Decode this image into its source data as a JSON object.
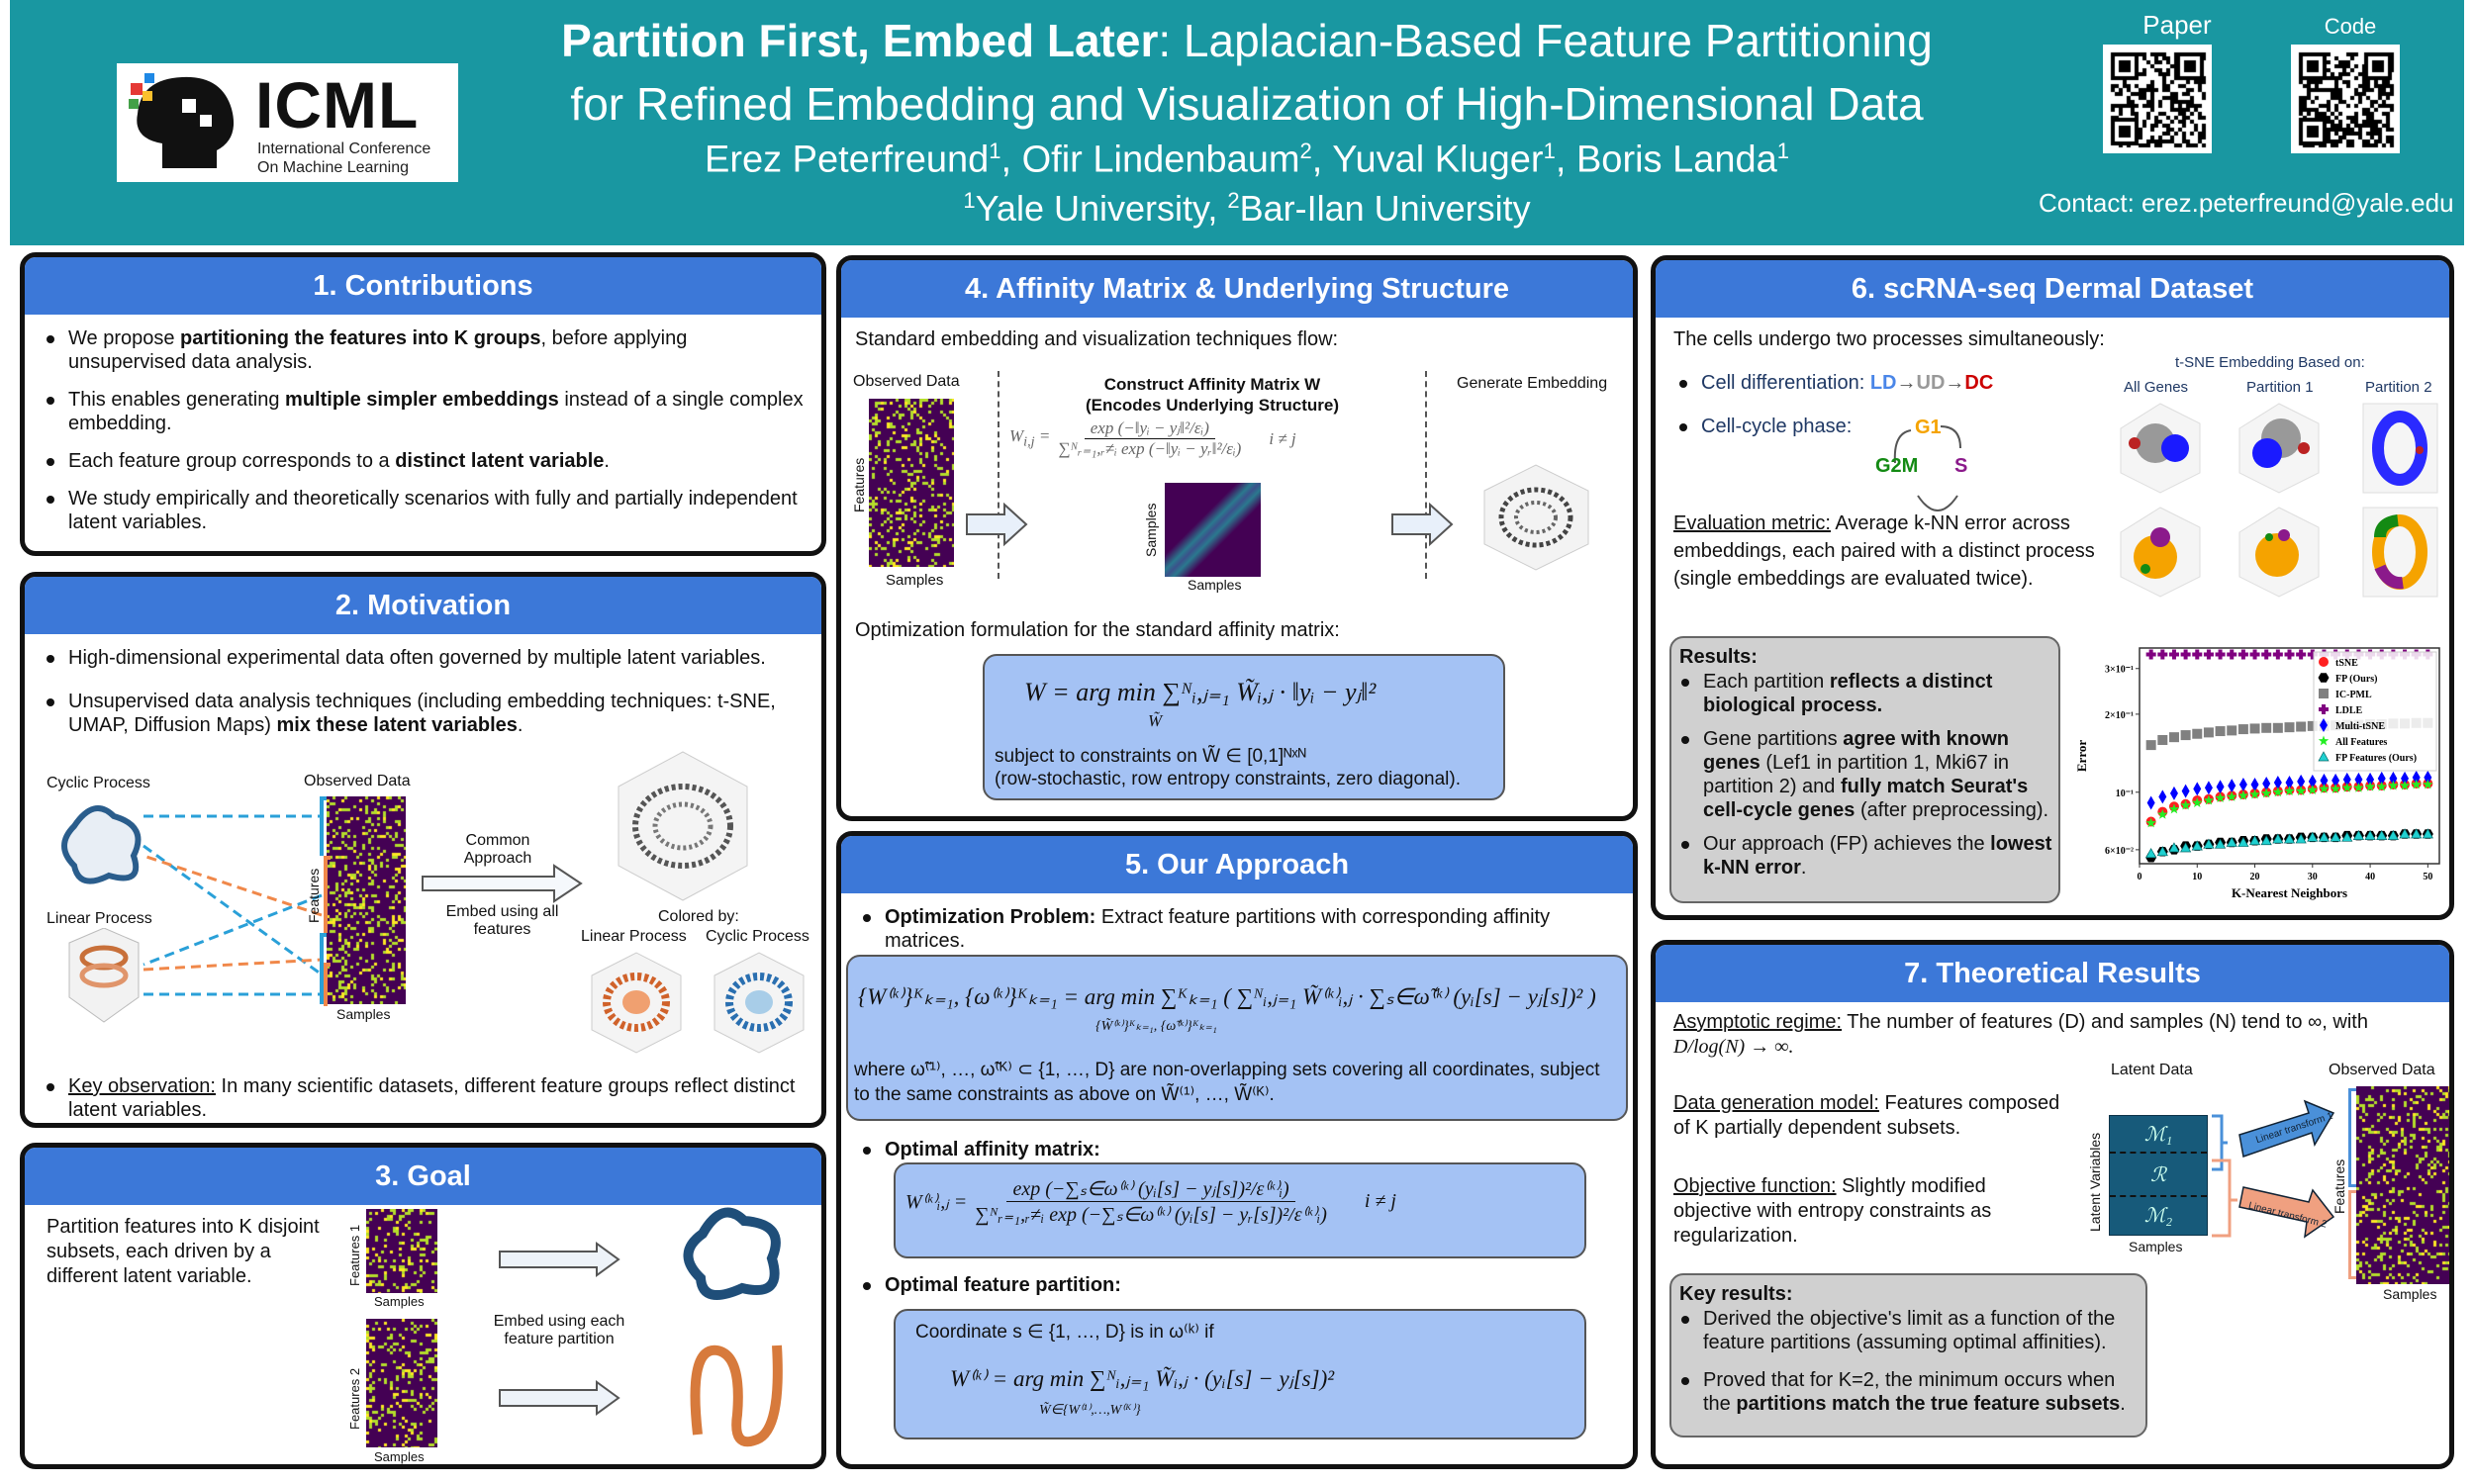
{
  "header": {
    "title_bold": "Partition First, Embed Later",
    "title_rest": ": Laplacian-Based Feature Partitioning",
    "title_line2": "for Refined Embedding and Visualization of High-Dimensional Data",
    "authors": [
      "Erez Peterfreund",
      "1",
      ", Ofir Lindenbaum",
      "2",
      ", Yuval Kluger",
      "1",
      ", Boris Landa",
      "1"
    ],
    "affiliations": [
      "1",
      "Yale University, ",
      "2",
      "Bar-Ilan University"
    ],
    "logo": {
      "name": "ICML",
      "line1": "International Conference",
      "line2": "On Machine Learning"
    },
    "qr_paper_label": "Paper",
    "qr_code_label": "Code",
    "contact": "Contact: erez.peterfreund@yale.edu",
    "color": "#1997a1"
  },
  "s1": {
    "title": "1. Contributions",
    "items": [
      {
        "pre": "We propose ",
        "bold": "partitioning the features into K groups",
        "post": ", before applying unsupervised data analysis."
      },
      {
        "pre": "This enables generating ",
        "bold": "multiple simpler embeddings",
        "post": " instead of a single complex embedding."
      },
      {
        "pre": "Each feature group corresponds to a ",
        "bold": "distinct latent variable",
        "post": "."
      },
      {
        "pre": "We study empirically and theoretically scenarios with fully and partially independent latent variables.",
        "bold": "",
        "post": ""
      }
    ]
  },
  "s2": {
    "title": "2. Motivation",
    "b1": "High-dimensional experimental data often governed by multiple latent variables.",
    "b2_pre": "Unsupervised data analysis techniques (including embedding techniques: t-SNE, UMAP, Diffusion Maps) ",
    "b2_bold": "mix these latent variables",
    "b2_post": ".",
    "cyclic": "Cyclic Process",
    "linear": "Linear Process",
    "observed": "Observed Data",
    "features": "Features",
    "samples": "Samples",
    "common": "Common Approach",
    "embed_all": "Embed using all features",
    "colored_by": "Colored by:",
    "col_linear": "Linear Process",
    "col_cyclic": "Cyclic Process",
    "key_label": "Key observation:",
    "key_text": " In many scientific datasets, different feature groups reflect distinct latent variables."
  },
  "s3": {
    "title": "3. Goal",
    "text": "Partition features into K disjoint subsets, each driven by a different latent variable.",
    "features1": "Features 1",
    "features2": "Features 2",
    "samples": "Samples",
    "embed_each": "Embed using each feature partition"
  },
  "s4": {
    "title": "4. Affinity Matrix & Underlying Structure",
    "intro": "Standard embedding and visualization techniques flow:",
    "observed": "Observed Data",
    "features": "Features",
    "samples": "Samples",
    "construct1": "Construct Affinity Matrix W",
    "construct2": "(Encodes Underlying Structure)",
    "w_lhs": "W",
    "w_sub": "i,j",
    "w_num": "exp (−‖yᵢ − yⱼ‖²/εᵢ)",
    "w_den": "∑ᴺᵣ₌₁,ᵣ≠ᵢ exp (−‖yᵢ − yᵣ‖²/εᵢ)",
    "w_cond": "i ≠ j",
    "generate": "Generate Embedding",
    "opt_intro": "Optimization formulation for the standard affinity matrix:",
    "opt_formula": "W = arg min  ∑ᴺᵢ,ⱼ₌₁ W̃ᵢ,ⱼ · ‖yᵢ − yⱼ‖²",
    "opt_under": "W̃",
    "subject": "subject to constraints on W̃ ∈ [0,1]ᴺˣᴺ",
    "subject2": "(row-stochastic, row entropy constraints, zero diagonal)."
  },
  "s5": {
    "title": "5. Our Approach",
    "opt_label": "Optimization Problem:",
    "opt_text": " Extract feature partitions with corresponding affinity matrices.",
    "main_formula": "{W⁽ᵏ⁾}ᴷₖ₌₁, {ω⁽ᵏ⁾}ᴷₖ₌₁ =  arg min  ∑ᴷₖ₌₁ ( ∑ᴺᵢ,ⱼ₌₁ W̃⁽ᵏ⁾ᵢ,ⱼ · ∑ₛ∈ω̃⁽ᵏ⁾ (yᵢ[s] − yⱼ[s])² )",
    "main_under": "{W̃⁽ᵏ⁾}ᴷₖ₌₁, {ω̃⁽ᵏ⁾}ᴷₖ₌₁",
    "where": "where ω̃⁽¹⁾, …, ω̃⁽ᴷ⁾ ⊂ {1, …, D} are non-overlapping sets covering all coordinates, subject to the same constraints as above on W̃⁽¹⁾, …, W̃⁽ᴷ⁾.",
    "aff_label": "Optimal affinity matrix:",
    "aff_lhs": "W⁽ᵏ⁾ᵢ,ⱼ =",
    "aff_num": "exp (−∑ₛ∈ω⁽ᵏ⁾ (yᵢ[s] − yⱼ[s])²/ε⁽ᵏ⁾ᵢ)",
    "aff_den": "∑ᴺᵣ₌₁,ᵣ≠ᵢ exp (−∑ₛ∈ω⁽ᵏ⁾ (yᵢ[s] − yᵣ[s])²/ε⁽ᵏ⁾ᵢ)",
    "aff_cond": "i ≠ j",
    "part_label": "Optimal feature partition:",
    "part_line": "Coordinate s ∈ {1, …, D} is in ω⁽ᵏ⁾ if",
    "part_formula": "W⁽ᵏ⁾ =  arg min  ∑ᴺᵢ,ⱼ₌₁ W̃ᵢ,ⱼ · (yᵢ[s] − yⱼ[s])²",
    "part_under": "W̃∈{W⁽¹⁾,…,W⁽ᴷ⁾}"
  },
  "s6": {
    "title": "6. scRNA-seq Dermal Dataset",
    "intro": "The cells undergo two processes simultaneously:",
    "diff_label": "Cell differentiation: ",
    "ld": "LD",
    "ud": "UD",
    "dc": "DC",
    "arrow": "→",
    "cycle_label": "Cell-cycle phase:",
    "g1": "G1",
    "s": "S",
    "g2m": "G2M",
    "eval_label": "Evaluation metric:",
    "eval_text": " Average k-NN error across embeddings, each paired with a distinct process (single embeddings are evaluated twice).",
    "tsne_title": "t-SNE Embedding Based on:",
    "cols": [
      "All Genes",
      "Partition 1",
      "Partition 2"
    ],
    "results_title": "Results:",
    "results": [
      {
        "pre": "Each partition ",
        "bold": "reflects a distinct biological process.",
        "post": ""
      },
      {
        "pre": "Gene partitions ",
        "bold": "agree with known genes",
        "post": " (Lef1 in partition 1, Mki67 in partition 2) and ",
        "bold2": "fully match Seurat's cell-cycle genes",
        "post2": " (after preprocessing)."
      },
      {
        "pre": "Our approach (FP) achieves the ",
        "bold": "lowest k-NN error",
        "post": "."
      }
    ]
  },
  "chart_data": {
    "type": "scatter",
    "title": "",
    "xlabel": "K-Nearest Neighbors",
    "ylabel": "Error",
    "yscale": "log",
    "xlim": [
      0,
      52
    ],
    "ylim": [
      0.053,
      0.36
    ],
    "xticks": [
      0,
      10,
      20,
      30,
      40,
      50
    ],
    "yticks": [
      {
        "v": 0.06,
        "label": "6×10⁻²"
      },
      {
        "v": 0.1,
        "label": "10⁻¹"
      },
      {
        "v": 0.2,
        "label": "2×10⁻¹"
      },
      {
        "v": 0.3,
        "label": "3×10⁻¹"
      }
    ],
    "legend_position": "top-right",
    "x": [
      2,
      4,
      6,
      8,
      10,
      12,
      14,
      16,
      18,
      20,
      22,
      24,
      26,
      28,
      30,
      32,
      34,
      36,
      38,
      40,
      42,
      44,
      46,
      48,
      50
    ],
    "series": [
      {
        "name": "tSNE",
        "color": "#ff2020",
        "marker": "circle",
        "values": [
          0.077,
          0.084,
          0.088,
          0.09,
          0.093,
          0.094,
          0.096,
          0.097,
          0.098,
          0.099,
          0.1,
          0.101,
          0.102,
          0.102,
          0.103,
          0.104,
          0.104,
          0.105,
          0.105,
          0.106,
          0.106,
          0.107,
          0.107,
          0.108,
          0.108
        ]
      },
      {
        "name": "FP (Ours)",
        "color": "#000000",
        "marker": "hexagon",
        "values": [
          0.056,
          0.059,
          0.06,
          0.062,
          0.062,
          0.063,
          0.064,
          0.064,
          0.065,
          0.065,
          0.066,
          0.066,
          0.066,
          0.067,
          0.067,
          0.067,
          0.067,
          0.068,
          0.068,
          0.068,
          0.068,
          0.068,
          0.069,
          0.069,
          0.069
        ]
      },
      {
        "name": "IC-PML",
        "color": "#808080",
        "marker": "square",
        "values": [
          0.152,
          0.159,
          0.163,
          0.166,
          0.168,
          0.17,
          0.172,
          0.173,
          0.175,
          0.176,
          0.177,
          0.177,
          0.178,
          0.179,
          0.18,
          0.18,
          0.181,
          0.182,
          0.182,
          0.183,
          0.183,
          0.184,
          0.184,
          0.185,
          0.185
        ]
      },
      {
        "name": "LDLE",
        "color": "#800080",
        "marker": "plus",
        "values": [
          0.34,
          0.34,
          0.34,
          0.34,
          0.34,
          0.34,
          0.34,
          0.34,
          0.34,
          0.34,
          0.34,
          0.34,
          0.34,
          0.34,
          0.34,
          0.34,
          0.34,
          0.34,
          0.34,
          0.34,
          0.34,
          0.34,
          0.34,
          0.34,
          0.34
        ]
      },
      {
        "name": "Multi-tSNE",
        "color": "#0000ff",
        "marker": "diamond",
        "values": [
          0.091,
          0.096,
          0.099,
          0.101,
          0.103,
          0.104,
          0.105,
          0.106,
          0.107,
          0.107,
          0.108,
          0.109,
          0.109,
          0.11,
          0.11,
          0.111,
          0.111,
          0.112,
          0.112,
          0.112,
          0.113,
          0.113,
          0.113,
          0.114,
          0.114
        ]
      },
      {
        "name": "All Features",
        "color": "#22ee22",
        "marker": "star",
        "values": [
          0.076,
          0.082,
          0.086,
          0.089,
          0.091,
          0.093,
          0.095,
          0.096,
          0.097,
          0.098,
          0.099,
          0.1,
          0.101,
          0.101,
          0.102,
          0.103,
          0.103,
          0.104,
          0.104,
          0.105,
          0.105,
          0.106,
          0.106,
          0.107,
          0.107
        ]
      },
      {
        "name": "FP Features (Ours)",
        "color": "#20d0d0",
        "marker": "triangle",
        "values": [
          0.058,
          0.059,
          0.061,
          0.061,
          0.062,
          0.063,
          0.063,
          0.064,
          0.064,
          0.065,
          0.065,
          0.066,
          0.066,
          0.066,
          0.067,
          0.067,
          0.067,
          0.067,
          0.068,
          0.068,
          0.068,
          0.068,
          0.069,
          0.069,
          0.069
        ]
      }
    ]
  },
  "s7": {
    "title": "7. Theoretical Results",
    "asym_label": "Asymptotic regime:",
    "asym_text": " The number of features (D) and samples (N)  tend to ∞, with",
    "asym_math": "D/log(N) → ∞.",
    "gen_label": "Data generation model:",
    "gen_text": " Features composed of K partially dependent subsets.",
    "obj_label": "Objective function:",
    "obj_text": " Slightly modified objective with entropy constraints as regularization.",
    "latent_data": "Latent Data",
    "observed_data": "Observed Data",
    "latent_vars": "Latent Variables",
    "features": "Features",
    "samples": "Samples",
    "m1": "ℳ₁",
    "r": "ℛ",
    "m2": "ℳ₂",
    "lt1": "Linear transform 1",
    "lt2": "Linear transform 2",
    "key_title": "Key results:",
    "key": [
      {
        "pre": "Derived the objective's limit as a function of the feature partitions (assuming optimal affinities).",
        "bold": "",
        "post": ""
      },
      {
        "pre": "Proved that for K=2, the minimum occurs when the ",
        "bold": "partitions match the true feature subsets",
        "post": "."
      }
    ]
  }
}
